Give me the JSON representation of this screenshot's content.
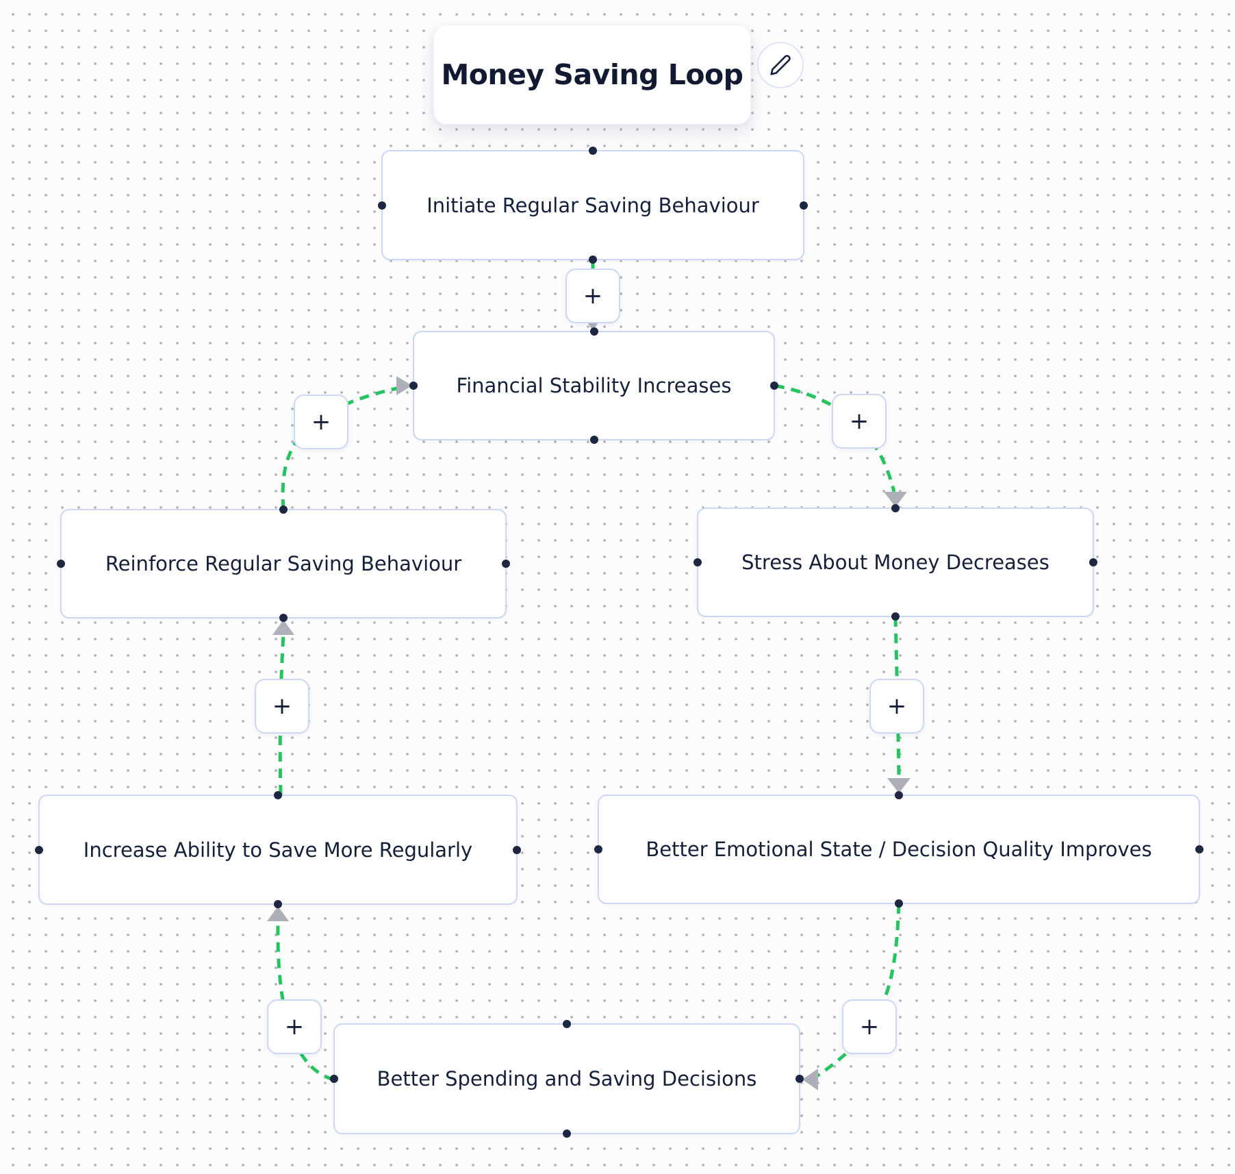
{
  "title": {
    "text": "Money Saving Loop",
    "edit_icon": "pencil-icon"
  },
  "nodes": [
    {
      "id": "initiate",
      "label": "Initiate Regular Saving Behaviour"
    },
    {
      "id": "financial",
      "label": "Financial Stability Increases"
    },
    {
      "id": "reinforce",
      "label": "Reinforce Regular Saving Behaviour"
    },
    {
      "id": "stress",
      "label": "Stress About Money Decreases"
    },
    {
      "id": "ability",
      "label": "Increase Ability to Save More Regularly"
    },
    {
      "id": "emotional",
      "label": "Better Emotional State / Decision Quality Improves"
    },
    {
      "id": "decisions",
      "label": "Better Spending and Saving Decisions"
    }
  ],
  "edges": [
    {
      "from": "initiate",
      "to": "financial",
      "polarity": "+"
    },
    {
      "from": "reinforce",
      "to": "financial",
      "polarity": "+"
    },
    {
      "from": "financial",
      "to": "stress",
      "polarity": "+"
    },
    {
      "from": "ability",
      "to": "reinforce",
      "polarity": "+"
    },
    {
      "from": "stress",
      "to": "emotional",
      "polarity": "+"
    },
    {
      "from": "decisions",
      "to": "ability",
      "polarity": "+"
    },
    {
      "from": "emotional",
      "to": "decisions",
      "polarity": "+"
    }
  ],
  "colors": {
    "edge": "#25c45f",
    "arrow": "#adb0b8",
    "node_border": "#ccd7f3",
    "node_text": "#14203a",
    "handle": "#1d2742",
    "background": "#fcfcfd",
    "grid_dot": "#b5b5bd",
    "title_text": "#121a31"
  }
}
